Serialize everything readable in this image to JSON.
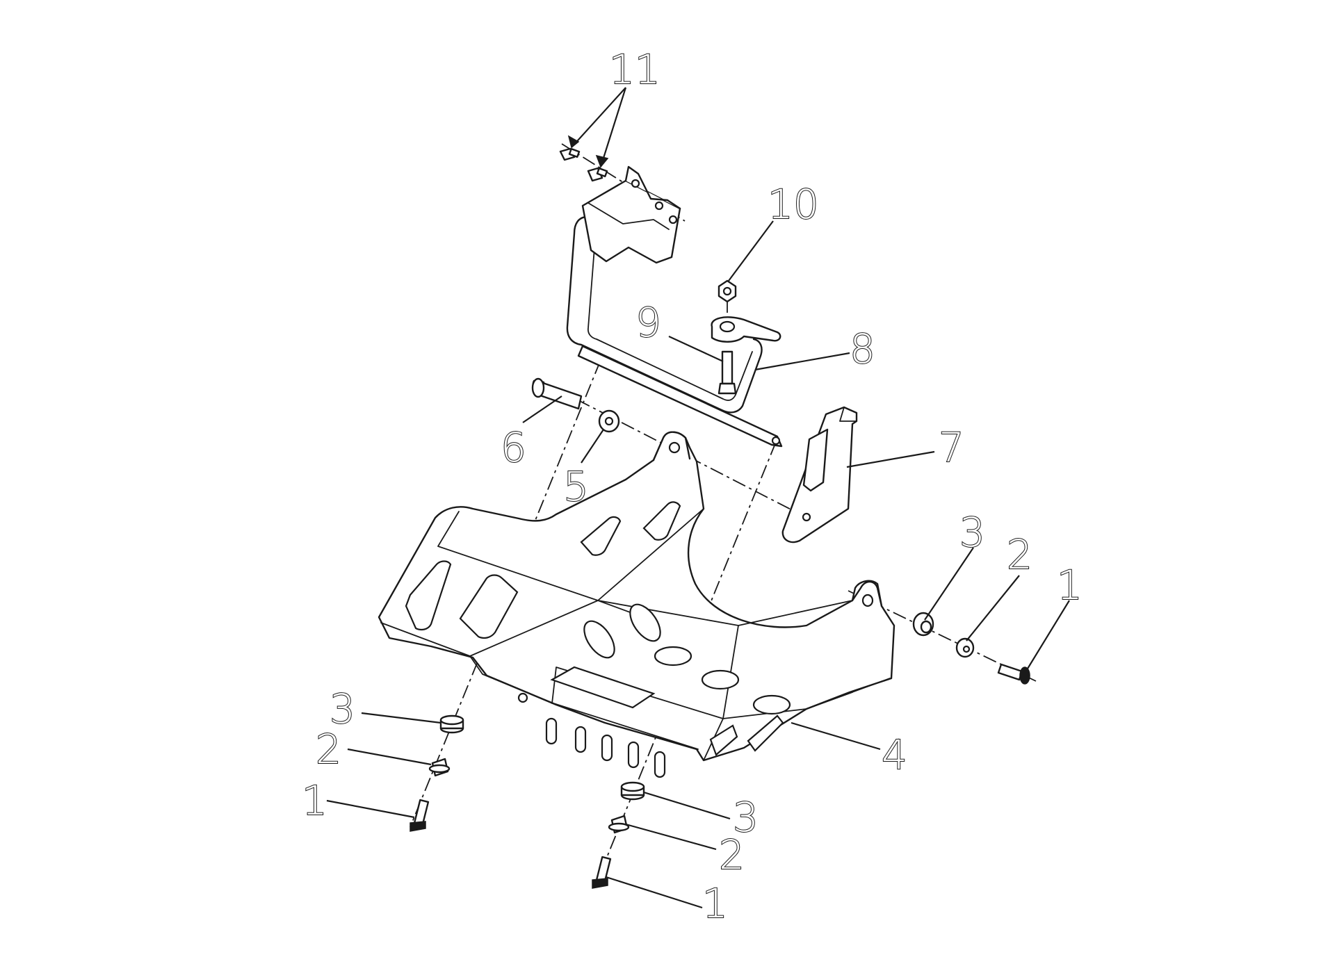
{
  "diagram": {
    "callouts": [
      {
        "id": "c-11",
        "text": "11"
      },
      {
        "id": "c-10",
        "text": "10"
      },
      {
        "id": "c-9",
        "text": "9"
      },
      {
        "id": "c-8",
        "text": "8"
      },
      {
        "id": "c-7",
        "text": "7"
      },
      {
        "id": "c-6",
        "text": "6"
      },
      {
        "id": "c-5",
        "text": "5"
      },
      {
        "id": "c-4",
        "text": "4"
      },
      {
        "id": "c-3a",
        "text": "3"
      },
      {
        "id": "c-2a",
        "text": "2"
      },
      {
        "id": "c-1a",
        "text": "1"
      },
      {
        "id": "c-3b",
        "text": "3"
      },
      {
        "id": "c-2b",
        "text": "2"
      },
      {
        "id": "c-1b",
        "text": "1"
      },
      {
        "id": "c-3c",
        "text": "3"
      },
      {
        "id": "c-2c",
        "text": "2"
      },
      {
        "id": "c-1c",
        "text": "1"
      }
    ]
  }
}
